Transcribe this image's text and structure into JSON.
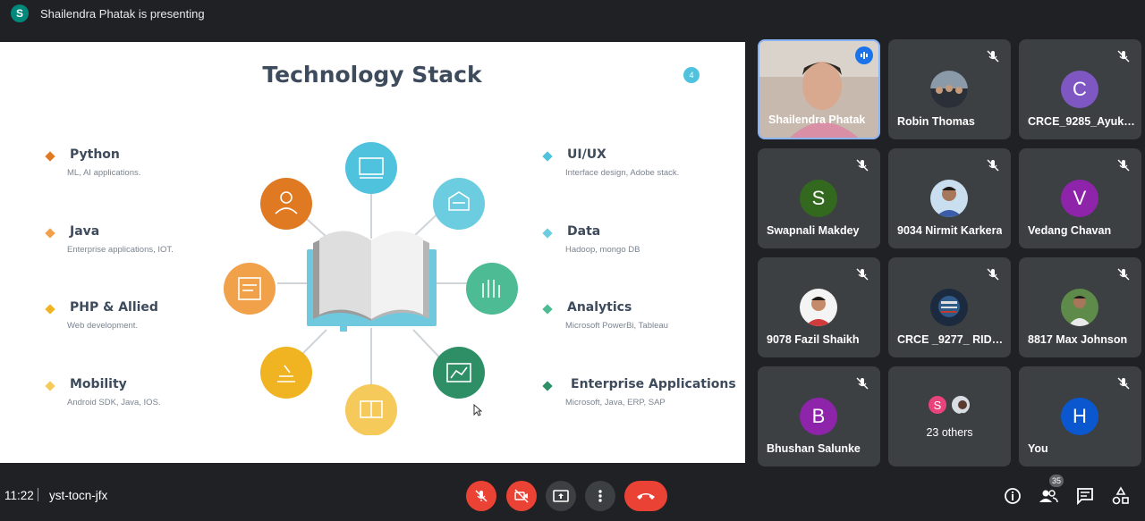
{
  "top": {
    "avatar_letter": "S",
    "presenting": "Shailendra Phatak is presenting"
  },
  "slide": {
    "title": "Technology Stack",
    "slide_number": "4",
    "left_items": [
      {
        "title": "Python",
        "sub": "ML, AI applications.",
        "color": "#e07a22"
      },
      {
        "title": "Java",
        "sub": "Enterprise applications, IOT.",
        "color": "#f0a14a"
      },
      {
        "title": "PHP & Allied",
        "sub": "Web development.",
        "color": "#f0b322"
      },
      {
        "title": "Mobility",
        "sub": "Android SDK, Java, IOS.",
        "color": "#f5c95a"
      }
    ],
    "right_items": [
      {
        "title": "UI/UX",
        "sub": "Interface design, Adobe stack.",
        "color": "#4fc3dd"
      },
      {
        "title": "Data",
        "sub": "Hadoop, mongo DB",
        "color": "#6ccde0"
      },
      {
        "title": "Analytics",
        "sub": "Microsoft PowerBi, Tableau",
        "color": "#4dbb94"
      },
      {
        "title": "Enterprise Applications",
        "sub": "Microsoft, Java, ERP, SAP",
        "color": "#2e8f66"
      }
    ],
    "circle_colors": {
      "top": "#4fc3dd",
      "top_right": "#6ccde0",
      "right": "#4dbb94",
      "bottom_right": "#2e8f66",
      "bottom": "#f5c95a",
      "bottom_left": "#f0b322",
      "left": "#f0a14a",
      "top_left": "#e07a22"
    }
  },
  "participants": [
    {
      "name": "Shailendra Phatak",
      "type": "video",
      "speaking": true
    },
    {
      "name": "Robin Thomas",
      "type": "photo"
    },
    {
      "name": "CRCE_9285_Ayuks...",
      "type": "letter",
      "letter": "C",
      "color": "#7e57c2"
    },
    {
      "name": "Swapnali Makdey",
      "type": "letter",
      "letter": "S",
      "color": "#33691e"
    },
    {
      "name": "9034 Nirmit Karkera",
      "type": "photo"
    },
    {
      "name": "Vedang Chavan",
      "type": "letter",
      "letter": "V",
      "color": "#8e24aa"
    },
    {
      "name": "9078 Fazil Shaikh",
      "type": "photo"
    },
    {
      "name": "CRCE _9277_ RIDD...",
      "type": "photo"
    },
    {
      "name": "8817 Max Johnson",
      "type": "photo"
    },
    {
      "name": "Bhushan Salunke",
      "type": "letter",
      "letter": "B",
      "color": "#8e24aa"
    },
    {
      "name": "23 others",
      "type": "others",
      "letter": "S",
      "color": "#e8437a"
    },
    {
      "name": "You",
      "type": "letter",
      "letter": "H",
      "color": "#0b57d0"
    }
  ],
  "bottom": {
    "time": "11:22",
    "meeting_code": "yst-tocn-jfx",
    "participant_count": "35"
  }
}
